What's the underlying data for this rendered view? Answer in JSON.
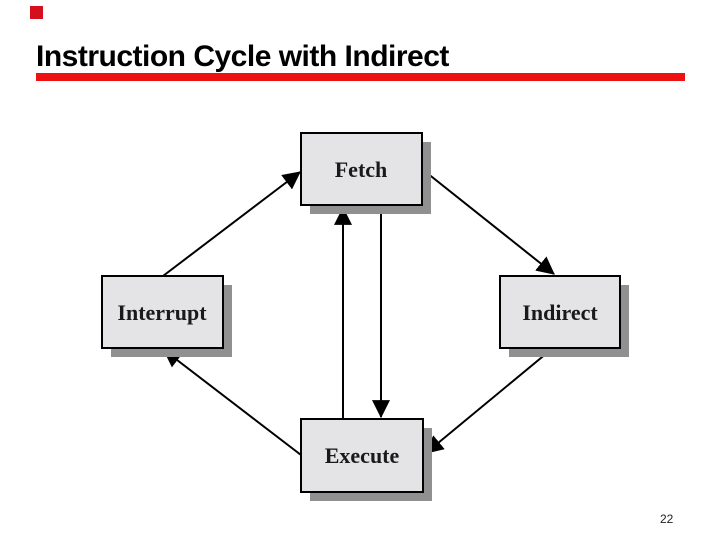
{
  "slide": {
    "title": "Instruction Cycle with Indirect",
    "page_number": "22"
  },
  "colors": {
    "accent_red": "#ee1111",
    "corner_square_red": "#d40f1e",
    "box_fill": "#e4e3e5",
    "box_border": "#000000",
    "box_shadow": "#909090",
    "arrow": "#000000",
    "title_text": "#000000"
  },
  "diagram": {
    "boxes": [
      {
        "id": "fetch",
        "label": "Fetch"
      },
      {
        "id": "interrupt",
        "label": "Interrupt"
      },
      {
        "id": "indirect",
        "label": "Indirect"
      },
      {
        "id": "execute",
        "label": "Execute"
      }
    ],
    "arrows": [
      {
        "from": "interrupt",
        "to": "fetch"
      },
      {
        "from": "fetch",
        "to": "indirect"
      },
      {
        "from": "indirect",
        "to": "execute"
      },
      {
        "from": "execute",
        "to": "interrupt"
      },
      {
        "from": "execute",
        "to": "fetch"
      },
      {
        "from": "fetch",
        "to": "execute"
      }
    ]
  }
}
